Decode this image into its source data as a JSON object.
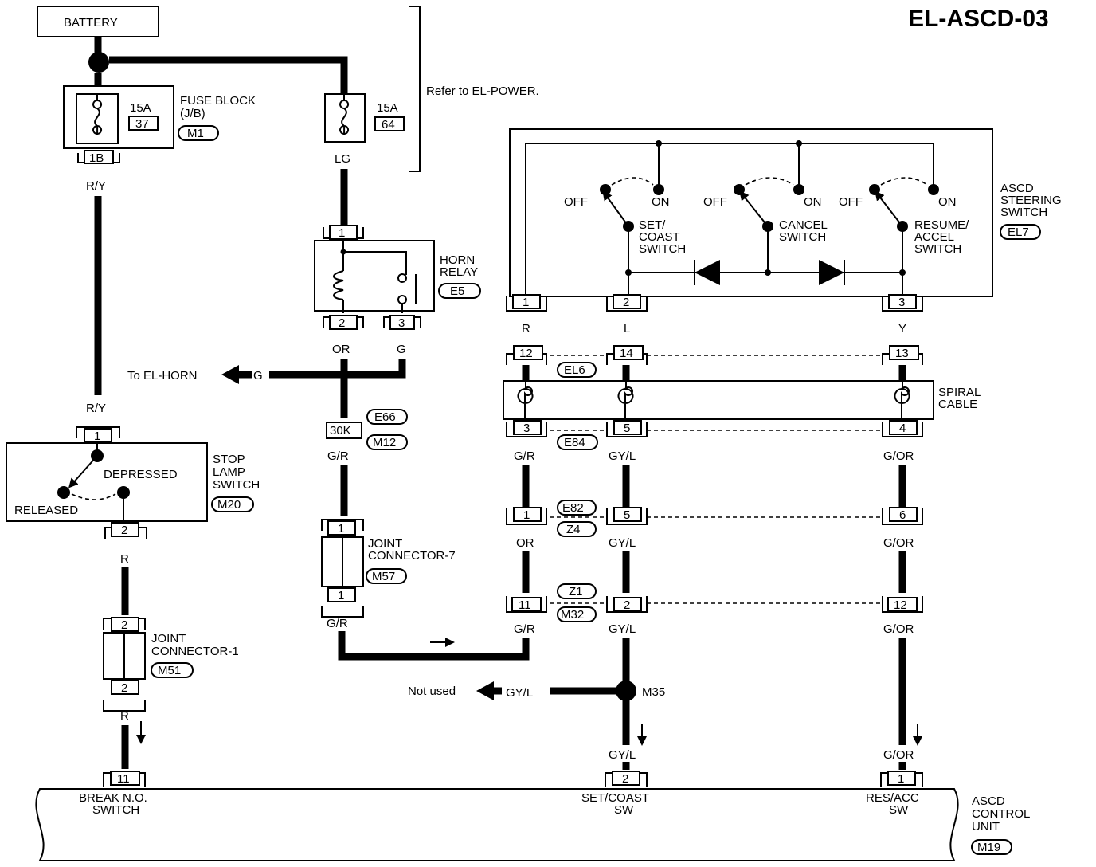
{
  "diagram_id": "EL-ASCD-03",
  "battery": "BATTERY",
  "fuse_block": {
    "label1": "FUSE BLOCK",
    "label2": "(J/B)",
    "id": "M1",
    "amp": "15A",
    "num": "37",
    "conn": "1B"
  },
  "fuse2": {
    "amp": "15A",
    "num": "64",
    "color": "LG"
  },
  "refer": "Refer to EL-POWER.",
  "horn_relay": {
    "label1": "HORN",
    "label2": "RELAY",
    "id": "E5",
    "pin1": "1",
    "pin2": "2",
    "pin3": "3",
    "c_or": "OR",
    "c_g": "G"
  },
  "to_horn": "To EL-HORN",
  "to_horn_color": "G",
  "e66": "E66",
  "m12": "M12",
  "conn_30k": "30K",
  "gr1": "G/R",
  "stop_lamp": {
    "label1": "STOP",
    "label2": "LAMP",
    "label3": "SWITCH",
    "id": "M20",
    "pin1": "1",
    "pin2": "2",
    "depressed": "DEPRESSED",
    "released": "RELEASED"
  },
  "ry_top": "R/Y",
  "ry_bottom": "R/Y",
  "r1": "R",
  "r2": "R",
  "jc1": {
    "label1": "JOINT",
    "label2": "CONNECTOR-1",
    "id": "M51",
    "pin_top": "2",
    "pin_bottom": "2"
  },
  "jc7": {
    "label1": "JOINT",
    "label2": "CONNECTOR-7",
    "id": "M57",
    "pin_top": "1",
    "pin_bottom": "1"
  },
  "gr2": "G/R",
  "steering": {
    "label1": "ASCD",
    "label2": "STEERING",
    "label3": "SWITCH",
    "id": "EL7",
    "off": "OFF",
    "on": "ON",
    "set1": "SET/",
    "set2": "COAST",
    "set3": "SWITCH",
    "cancel1": "CANCEL",
    "cancel2": "SWITCH",
    "resume1": "RESUME/",
    "resume2": "ACCEL",
    "resume3": "SWITCH",
    "pin1": "1",
    "pin2": "2",
    "pin3": "3"
  },
  "col_r": "R",
  "col_l": "L",
  "col_y": "Y",
  "el6": {
    "id": "EL6",
    "p12": "12",
    "p14": "14",
    "p13": "13"
  },
  "spiral": {
    "label1": "SPIRAL",
    "label2": "CABLE"
  },
  "e84": {
    "id": "E84",
    "p3": "3",
    "p5": "5",
    "p4": "4"
  },
  "c_gr": "G/R",
  "c_gyl": "GY/L",
  "c_gor": "G/OR",
  "e82": {
    "id1": "E82",
    "id2": "Z4",
    "p1": "1",
    "p5": "5",
    "p6": "6"
  },
  "c_or": "OR",
  "c_gyl2": "GY/L",
  "c_gor2": "G/OR",
  "z1": {
    "id1": "Z1",
    "id2": "M32",
    "p11": "11",
    "p2": "2",
    "p12": "12"
  },
  "c_gr3": "G/R",
  "c_gyl3": "GY/L",
  "c_gor3": "G/OR",
  "not_used": "Not used",
  "not_used_color": "GY/L",
  "m35": "M35",
  "c_gyl4": "GY/L",
  "c_gor4": "G/OR",
  "ecu": {
    "label1": "ASCD",
    "label2": "CONTROL",
    "label3": "UNIT",
    "id": "M19",
    "p11": "11",
    "p2": "2",
    "p1": "1",
    "brk1": "BREAK N.O.",
    "brk2": "SWITCH",
    "set1": "SET/COAST",
    "set2": "SW",
    "res1": "RES/ACC",
    "res2": "SW"
  }
}
